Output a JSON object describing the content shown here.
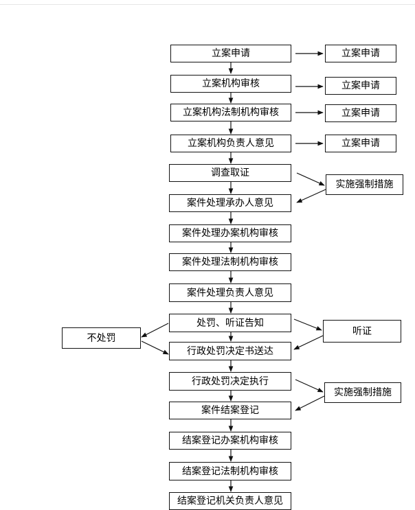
{
  "main_flow": [
    "立案申请",
    "立案机构审核",
    "立案机构法制机构审核",
    "立案机构负责人意见",
    "调查取证",
    "案件处理承办人意见",
    "案件处理办案机构审核",
    "案件处理法制机构审核",
    "案件处理负责人意见",
    "处罚、听证告知",
    "行政处罚决定书送达",
    "行政处罚决定执行",
    "案件结案登记",
    "结案登记办案机构审核",
    "结案登记法制机构审核",
    "结案登记机关负责人意见"
  ],
  "side_boxes": {
    "filing_1": "立案申请",
    "filing_2": "立案申请",
    "filing_3": "立案申请",
    "filing_4": "立案申请",
    "enforcement_1": "实施强制措施",
    "hearing": "听证",
    "no_penalty": "不处罚",
    "enforcement_2": "实施强制措施"
  },
  "colors": {
    "line": "#111111",
    "box_border": "#111111",
    "background": "#ffffff"
  }
}
